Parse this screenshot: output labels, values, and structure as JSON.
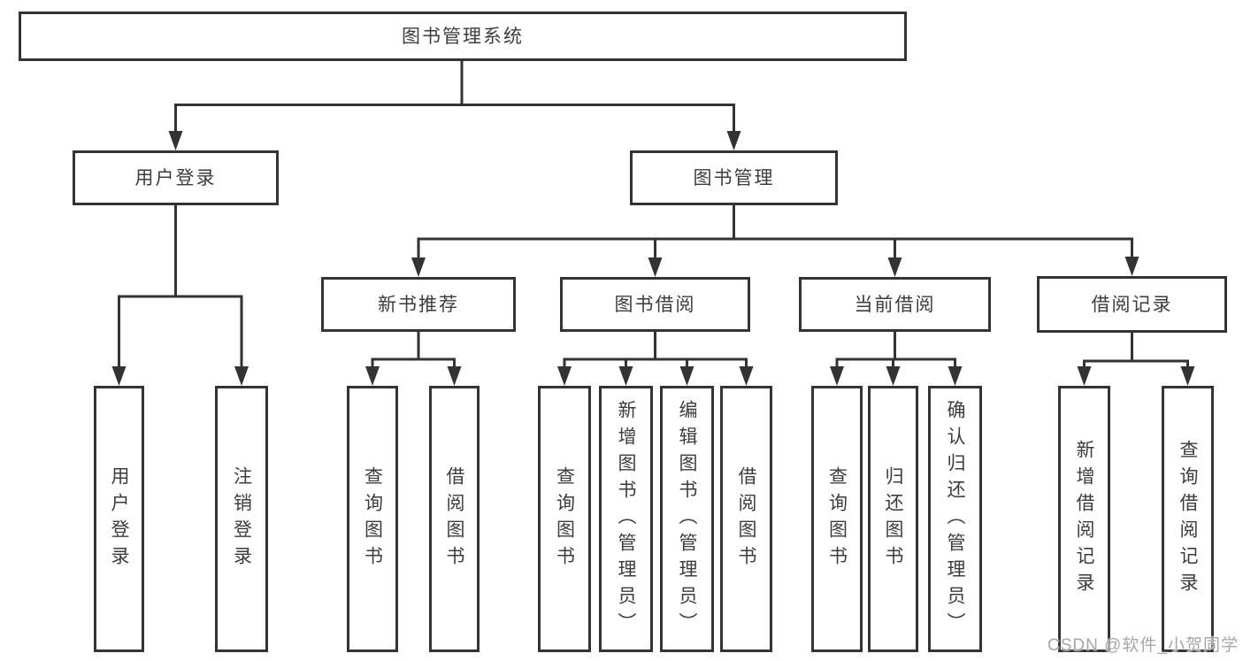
{
  "diagram": {
    "root": {
      "label": "图书管理系统"
    },
    "level2": [
      {
        "label": "用户登录",
        "leaves": [
          "用户登录",
          "注销登录"
        ]
      },
      {
        "label": "图书管理",
        "groups": [
          {
            "label": "新书推荐",
            "leaves": [
              "查询图书",
              "借阅图书"
            ]
          },
          {
            "label": "图书借阅",
            "leaves": [
              "查询图书",
              "新增图书（管理员）",
              "编辑图书（管理员）",
              "借阅图书"
            ]
          },
          {
            "label": "当前借阅",
            "leaves": [
              "查询图书",
              "归还图书",
              "确认归还（管理员）"
            ]
          },
          {
            "label": "借阅记录",
            "leaves": [
              "新增借阅记录",
              "查询借阅记录"
            ]
          }
        ]
      }
    ]
  },
  "watermark": {
    "text": "CSDN @软件_小贺同学"
  },
  "colors": {
    "line": "#333333",
    "text": "#3c3c3c",
    "watermark": "#a6a6a6",
    "background": "#ffffff"
  }
}
